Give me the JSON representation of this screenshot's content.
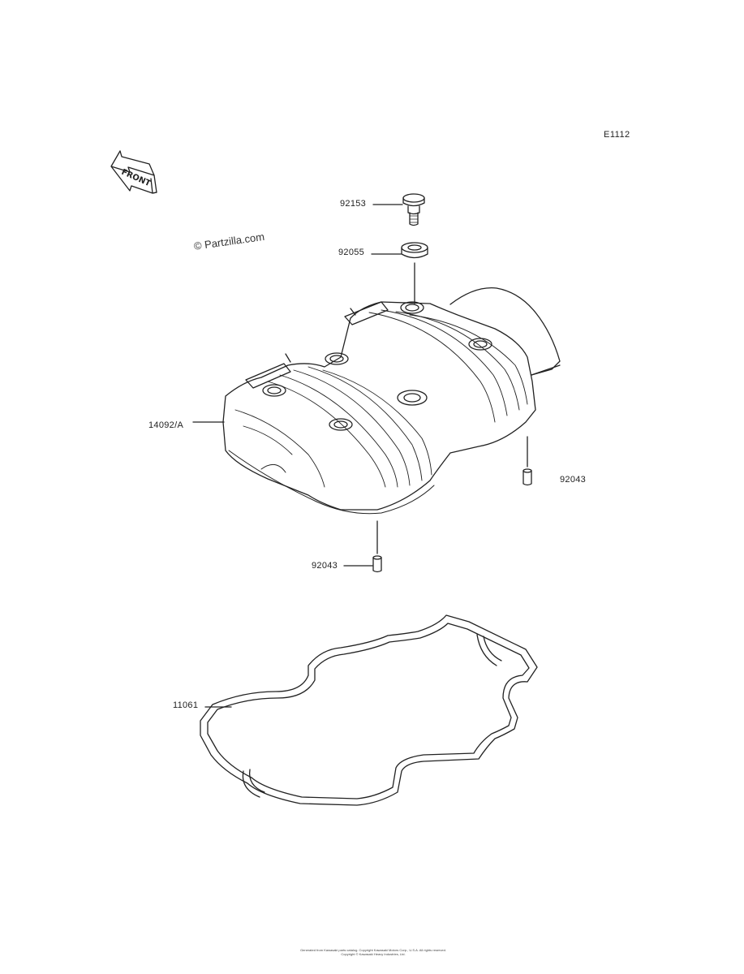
{
  "diagram": {
    "code": "E1112",
    "watermark": "© Partzilla.com",
    "front_label": "FRONT",
    "footer_line1": "Generated from Kawasaki parts catalog. Copyright Kawasaki Motors Corp., U.S.A. All rights reserved.",
    "footer_line2": "Copyright © Kawasaki Heavy Industries, Ltd."
  },
  "parts": [
    {
      "id": "bolt",
      "number": "92153"
    },
    {
      "id": "grommet",
      "number": "92055"
    },
    {
      "id": "cylinder-head-cover",
      "number": "14092/A"
    },
    {
      "id": "dowel-pin-right",
      "number": "92043"
    },
    {
      "id": "dowel-pin-bottom",
      "number": "92043"
    },
    {
      "id": "gasket",
      "number": "11061"
    }
  ],
  "colors": {
    "line": "#222222",
    "background": "#ffffff"
  }
}
